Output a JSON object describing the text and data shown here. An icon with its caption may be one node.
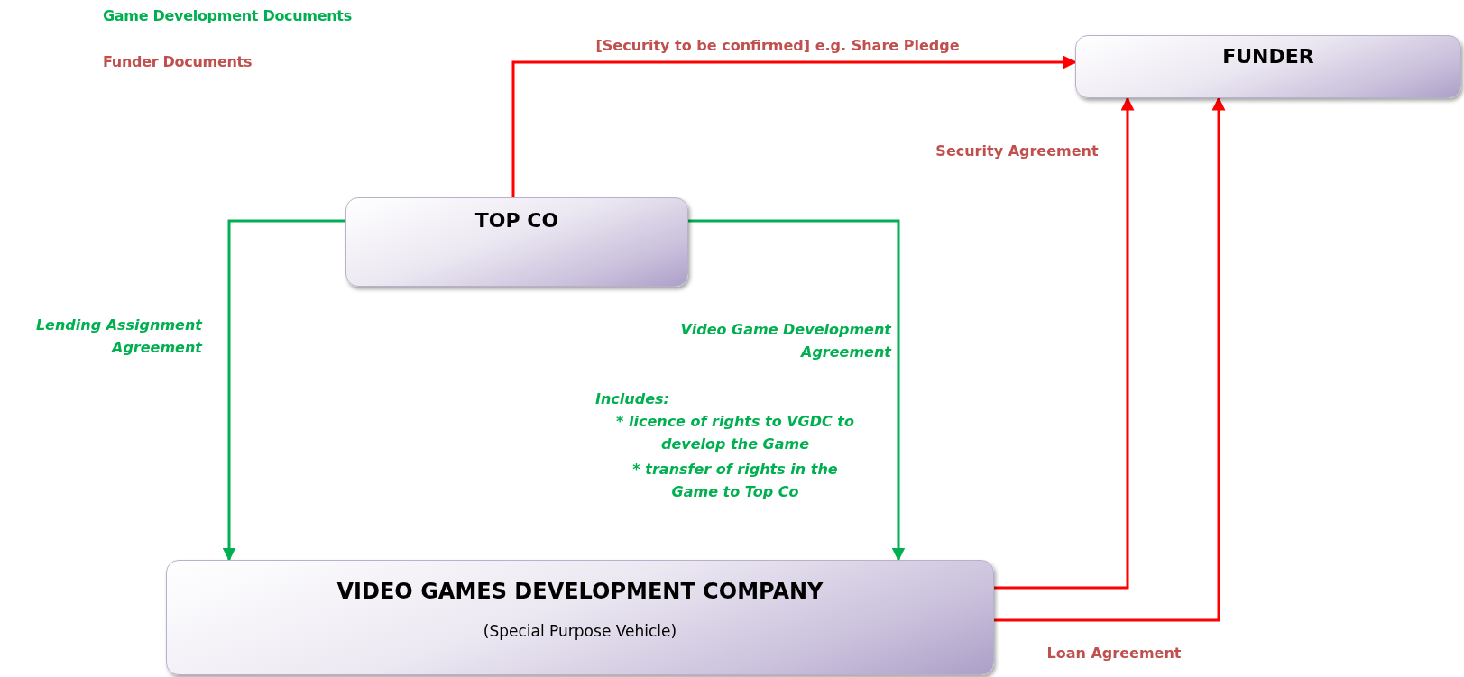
{
  "diagram": {
    "nodes": [
      {
        "text": [
          "FUNDER"
        ]
      },
      {
        "text": [
          "TOP CO"
        ]
      },
      {
        "text": [
          "VIDEO GAMES DEVELOPMENT COMPANY",
          "(Special Purpose Vehicle)"
        ]
      }
    ],
    "edges": [
      {
        "from": 1,
        "to": 0,
        "arrow": "to",
        "label": "[Security to be confirmed] e.g. Share Pledge"
      },
      {
        "from": 1,
        "to": 2,
        "arrow": "to",
        "label": "Lending Assignment Agreement",
        "color": "#00b050"
      },
      {
        "from": 1,
        "to": 2,
        "arrow": "to",
        "label": "Video Game Development Agreement",
        "color": "#00b050"
      },
      {
        "from": 2,
        "to": 0,
        "arrow": "to",
        "label": "Security Agreement"
      },
      {
        "from": 2,
        "to": 0,
        "arrow": "to",
        "label": "Loan Agreement"
      }
    ],
    "labels": [
      "Includes:",
      "* licence of rights to VGDC to develop the Game",
      "* transfer of rights in the Game to Top Co"
    ],
    "legend": [
      {
        "text": "Game Development Documents",
        "color": "#00b050"
      },
      {
        "text": "Funder Documents",
        "color": "#c0504d"
      }
    ]
  }
}
